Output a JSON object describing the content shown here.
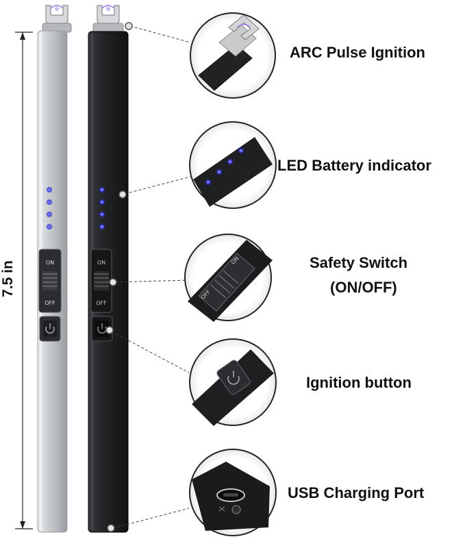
{
  "dimension": {
    "height_label": "7.5 in"
  },
  "products": [
    {
      "name": "silver-lighter",
      "color": "#c9cbcd"
    },
    {
      "name": "black-lighter",
      "color": "#1e1f21"
    }
  ],
  "switch": {
    "on_label": "ON",
    "off_label": "OFF"
  },
  "led": {
    "count": 4,
    "color": "#3b3bf5"
  },
  "features": [
    {
      "id": "arc",
      "label": "ARC Pulse Ignition"
    },
    {
      "id": "led",
      "label": "LED Battery indicator"
    },
    {
      "id": "safety",
      "label_line1": "Safety Switch",
      "label_line2": "(ON/OFF)"
    },
    {
      "id": "ignition",
      "label": "Ignition button"
    },
    {
      "id": "usb",
      "label": "USB Charging Port"
    }
  ]
}
